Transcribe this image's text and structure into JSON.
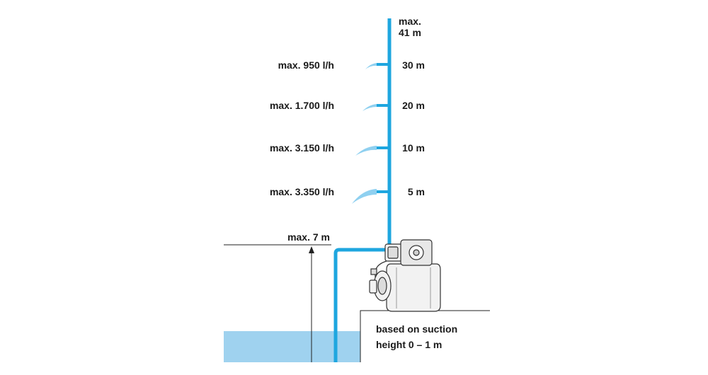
{
  "colors": {
    "pipe": "#1ea6df",
    "water_pool": "#9fd2ef",
    "spray": "#8fd0f0",
    "line": "#222222",
    "pump": "#f2f2f2"
  },
  "top_label": {
    "line1": "max.",
    "line2": "41 m"
  },
  "levels": [
    {
      "flow": "max. 950 l/h",
      "height": "30 m"
    },
    {
      "flow": "max. 1.700 l/h",
      "height": "20 m"
    },
    {
      "flow": "max. 3.150 l/h",
      "height": "10 m"
    },
    {
      "flow": "max. 3.350 l/h",
      "height": "5 m"
    }
  ],
  "suction_label": "max. 7 m",
  "note": {
    "line1": "based on suction",
    "line2": "height 0 – 1 m"
  }
}
